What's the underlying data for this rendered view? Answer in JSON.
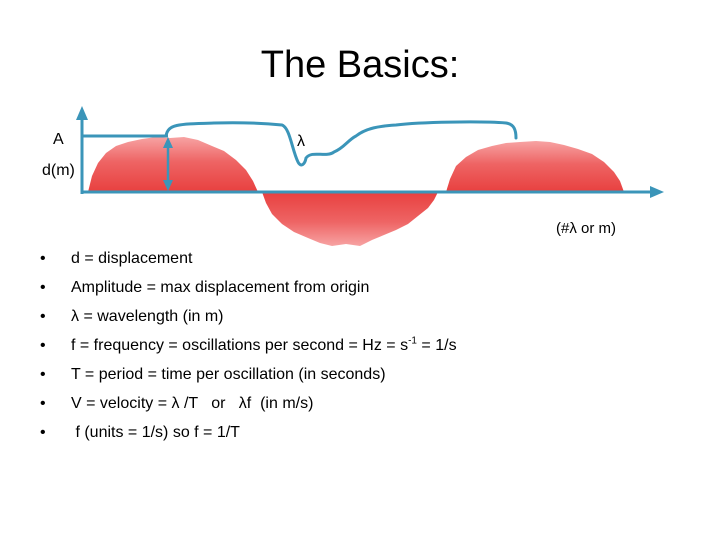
{
  "slide": {
    "title": "The Basics:"
  },
  "diagram": {
    "amplitude_label": "A",
    "displacement_label": "d(m)",
    "wavelength_label": "λ",
    "x_axis_label": "(#λ or m)",
    "colors": {
      "wave": "#e8403f",
      "wave_light": "#f7a3a3",
      "axis": "#3b95b9"
    }
  },
  "bullet_glyph": "•",
  "bullets": [
    {
      "text": "d = displacement"
    },
    {
      "text": "Amplitude = max displacement from origin"
    },
    {
      "text": "λ = wavelength (in m)"
    },
    {
      "pre": "f = frequency = oscillations per second = Hz = s",
      "sup": "-1",
      "post": " = 1/s"
    },
    {
      "text": "T = period = time per oscillation (in seconds)"
    },
    {
      "text": "V = velocity = λ /T   or   λf  (in m/s)"
    },
    {
      "text": " f (units = 1/s) so f = 1/T"
    }
  ]
}
